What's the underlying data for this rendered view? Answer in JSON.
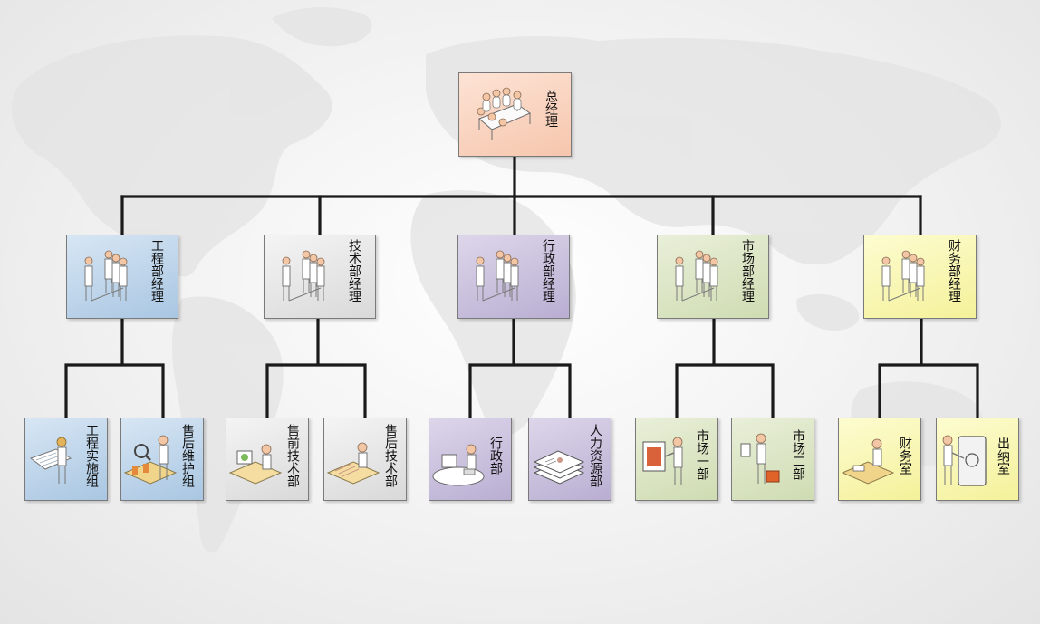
{
  "colors": {
    "connector": "#1a1a1a",
    "orange": "#f6c6ad",
    "blue": "#a9c6e2",
    "gray": "#d9d9d9",
    "purple": "#b9aed2",
    "green": "#cfdcb2",
    "yellow": "#f4f19a"
  },
  "nodes": {
    "ceo": {
      "label": "总经理",
      "icon": "meeting-table-icon"
    },
    "eng_mgr": {
      "label": "工程部经理",
      "icon": "team-icon"
    },
    "tech_mgr": {
      "label": "技术部经理",
      "icon": "team-icon"
    },
    "admin_mgr": {
      "label": "行政部经理",
      "icon": "team-icon"
    },
    "mkt_mgr": {
      "label": "市场部经理",
      "icon": "team-icon"
    },
    "fin_mgr": {
      "label": "财务部经理",
      "icon": "team-icon"
    },
    "eng_impl": {
      "label": "工程实施组",
      "icon": "blueprint-worker-icon"
    },
    "eng_svc": {
      "label": "售后维护组",
      "icon": "inspector-icon"
    },
    "tech_pre": {
      "label": "售前技术部",
      "icon": "desk-worker-icon"
    },
    "tech_post": {
      "label": "售后技术部",
      "icon": "desk-worker-icon"
    },
    "admin_dept": {
      "label": "行政部",
      "icon": "computer-desk-icon"
    },
    "hr_dept": {
      "label": "人力资源部",
      "icon": "documents-icon"
    },
    "mkt_1": {
      "label": "市场一部",
      "icon": "presenter-icon"
    },
    "mkt_2": {
      "label": "市场二部",
      "icon": "salesman-icon"
    },
    "fin_room": {
      "label": "财务室",
      "icon": "accountant-icon"
    },
    "cashier": {
      "label": "出纳室",
      "icon": "safe-icon"
    }
  }
}
